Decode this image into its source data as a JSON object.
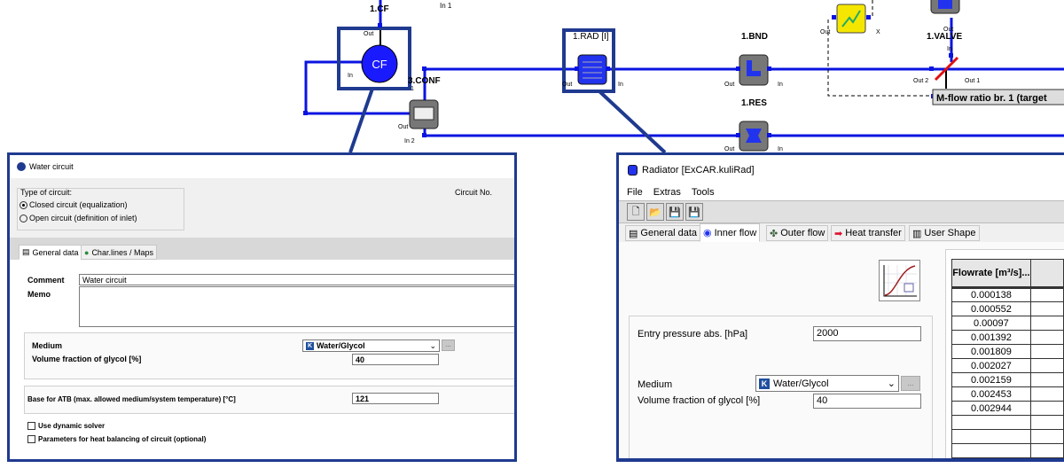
{
  "diagram": {
    "in1_label": "In 1",
    "cf": {
      "name": "1.CF",
      "symbol": "CF",
      "out": "Out",
      "in": "In"
    },
    "conf": {
      "name": "3.CONF",
      "port1": "1",
      "out": "Out",
      "in2": "In 2"
    },
    "rad": {
      "name": "1.RAD [I]",
      "out": "Out",
      "in": "In"
    },
    "bnd": {
      "name": "1.BND",
      "out": "Out",
      "in": "In"
    },
    "res": {
      "name": "1.RES",
      "out": "Out",
      "in": "In"
    },
    "chart_block": {
      "out": "Out",
      "x": "X"
    },
    "valve": {
      "name": "1.VALVE",
      "out": "Out",
      "in": "In",
      "out2": "Out 2",
      "out1": "Out 1"
    },
    "target_label": "M-flow ratio br. 1 (target",
    "colors": {
      "pipe": "#0a14e0",
      "highlight": "#1f3a8f",
      "valve_slash": "#e01010",
      "signal": "#000000"
    }
  },
  "water_circuit": {
    "title": "Water circuit",
    "type_group_label": "Type of circuit:",
    "options": [
      {
        "label": "Closed circuit (equalization)",
        "selected": true
      },
      {
        "label": "Open circuit (definition of inlet)",
        "selected": false
      }
    ],
    "circuit_no_label": "Circuit No.",
    "tabs": [
      {
        "label": "General data",
        "active": true
      },
      {
        "label": "Char.lines / Maps",
        "active": false
      }
    ],
    "comment_label": "Comment",
    "comment_value": "Water circuit",
    "memo_label": "Memo",
    "memo_value": "",
    "medium_label": "Medium",
    "medium_value": "Water/Glycol",
    "medium_icon": "K",
    "more_button": "...",
    "glycol_label": "Volume fraction of glycol [%]",
    "glycol_value": "40",
    "atb_label": "Base for ATB (max. allowed medium/system temperature) [°C]",
    "atb_value": "121",
    "checkboxes": [
      {
        "label": "Use dynamic solver",
        "checked": false
      },
      {
        "label": "Parameters for heat balancing of circuit (optional)",
        "checked": false
      }
    ]
  },
  "radiator": {
    "title": "Radiator [ExCAR.kuliRad]",
    "menu": [
      "File",
      "Extras",
      "Tools"
    ],
    "toolbar": [
      "new-icon",
      "open-icon",
      "save-icon",
      "save-as-icon"
    ],
    "tabs": [
      {
        "label": "General data",
        "active": false
      },
      {
        "label": "Inner flow",
        "active": true
      },
      {
        "label": "Outer flow",
        "active": false
      },
      {
        "label": "Heat transfer",
        "active": false
      },
      {
        "label": "User Shape",
        "active": false
      }
    ],
    "entry_pressure_label": "Entry pressure abs. [hPa]",
    "entry_pressure_value": "2000",
    "medium_label": "Medium",
    "medium_value": "Water/Glycol",
    "medium_icon": "K",
    "more_button": "...",
    "glycol_label": "Volume fraction of glycol [%]",
    "glycol_value": "40",
    "table": {
      "header": "Flowrate [m³/s]...",
      "values": [
        "0.000138",
        "0.000552",
        "0.00097",
        "0.001392",
        "0.001809",
        "0.002027",
        "0.002159",
        "0.002453",
        "0.002944",
        "",
        "",
        ""
      ]
    }
  }
}
